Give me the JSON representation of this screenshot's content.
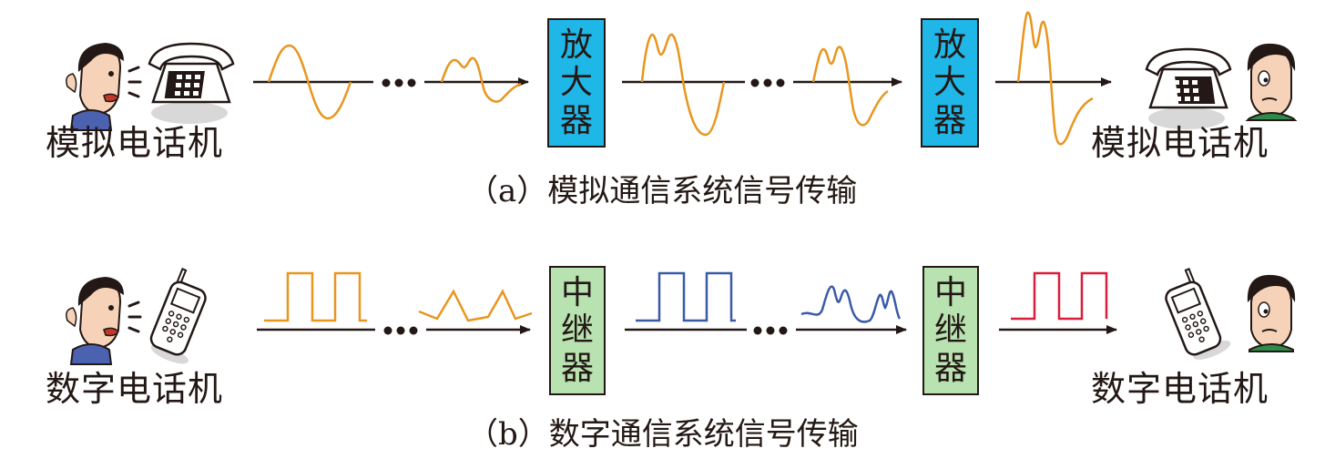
{
  "colors": {
    "orange": "#e8961e",
    "blue": "#3a5aa8",
    "red": "#d81e3c",
    "amplifier_fill": "#1fb7e8",
    "repeater_fill": "#b8e2b0",
    "line": "#231815"
  },
  "analog": {
    "phone_label_left": "模拟电话机",
    "phone_label_right": "模拟电话机",
    "amplifier_1": [
      "放",
      "大",
      "器"
    ],
    "amplifier_2": [
      "放",
      "大",
      "器"
    ],
    "ellipsis": "•••",
    "caption": "（a）模拟通信系统信号传输",
    "icons": [
      "speaking-man-icon",
      "desk-phone-icon",
      "listening-man-icon"
    ]
  },
  "digital": {
    "phone_label_left": "数字电话机",
    "phone_label_right": "数字电话机",
    "repeater_1": [
      "中",
      "继",
      "器"
    ],
    "repeater_2": [
      "中",
      "继",
      "器"
    ],
    "ellipsis": "•••",
    "caption": "（b）数字通信系统信号传输",
    "icons": [
      "speaking-man-icon",
      "mobile-phone-icon",
      "listening-man-icon"
    ]
  }
}
